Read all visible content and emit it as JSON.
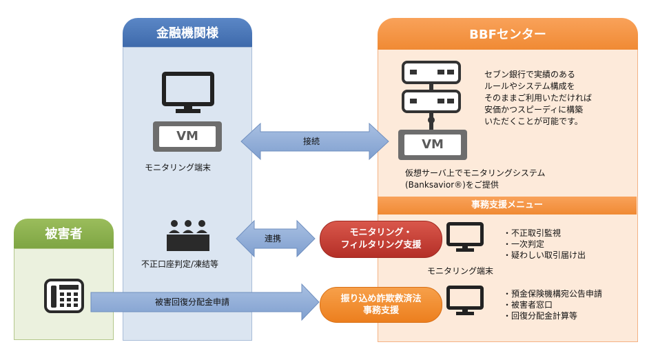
{
  "bank": {
    "title": "金融機関様",
    "terminal_label": "モニタリング端末",
    "freeze_label": "不正口座判定/凍結等"
  },
  "center": {
    "title": "BBFセンター",
    "description": [
      "セブン銀行で実績のある",
      "ルールやシステム構成を",
      "そのままご利用いただければ",
      "安価かつスピーディに構築",
      "いただくことが可能です。"
    ],
    "server_caption": [
      "仮想サーバ上でモニタリングシステム",
      "(Banksavior®)をご提供"
    ],
    "menu_title": "事務支援メニュー",
    "terminal_label": "モニタリング端末",
    "services": [
      {
        "name": [
          "モニタリング・",
          "フィルタリング支援"
        ],
        "items": [
          "・不正取引監視",
          "・一次判定",
          "・疑わしい取引届け出"
        ]
      },
      {
        "name": [
          "振り込め詐欺救済法",
          "事務支援"
        ],
        "items": [
          "・預金保険機構宛公告申請",
          "・被害者窓口",
          "・回復分配金計算等"
        ]
      }
    ]
  },
  "victim": {
    "title": "被害者"
  },
  "arrows": {
    "connect": "接続",
    "cooperate": "連携",
    "claim": "被害回復分配金申請"
  },
  "vm_label": "VM",
  "icons": [
    "monitor-icon",
    "server-icon",
    "meeting-icon",
    "phone-icon"
  ],
  "colors": {
    "bank_header": "#4a77b8",
    "bank_body": "#dbe5f1",
    "center_header": "#f79646",
    "center_body": "#fde9d9",
    "center_border": "#f4a460",
    "victim_header": "#8db04e",
    "victim_body": "#ebf1de",
    "arrow": "#8eaad6",
    "red_pill": "#c63a30",
    "orange_pill": "#f08a24"
  }
}
